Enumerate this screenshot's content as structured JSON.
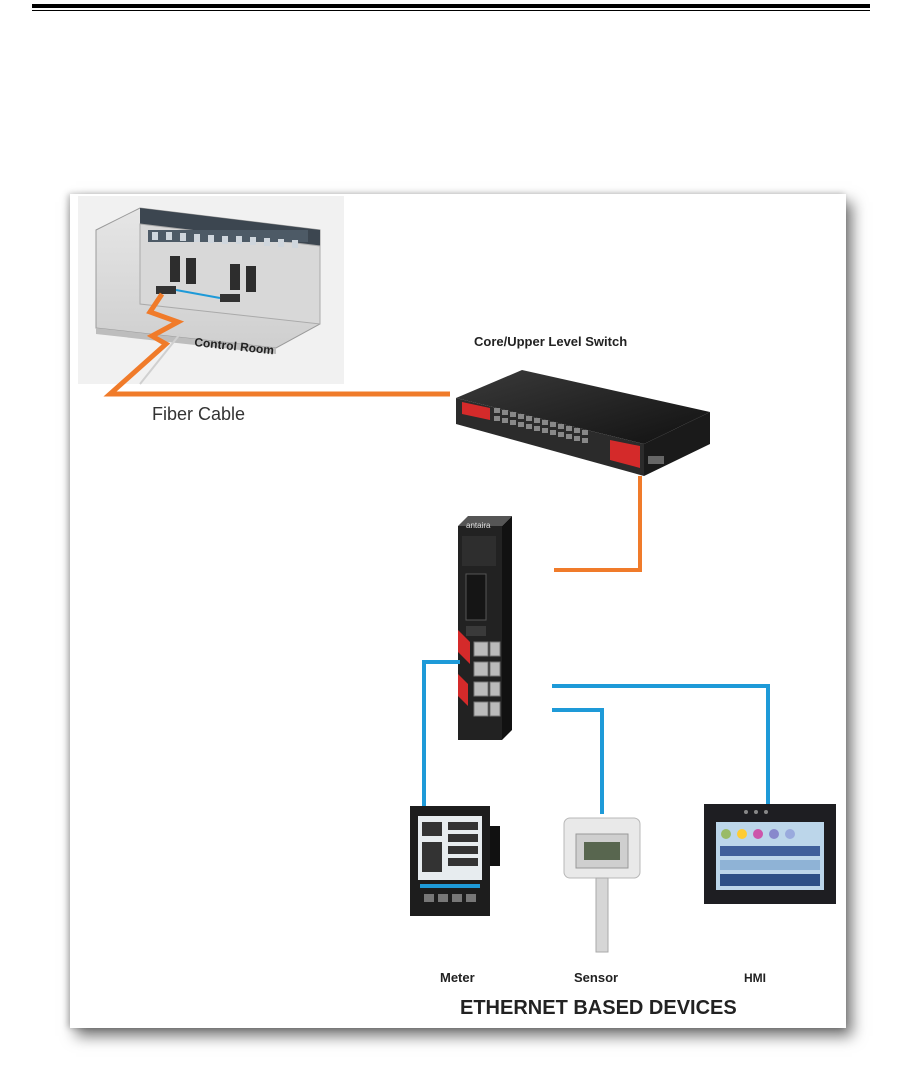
{
  "diagram": {
    "labels": {
      "control_room": "Control Room",
      "core_switch": "Core/Upper Level Switch",
      "fiber_cable": "Fiber Cable",
      "industrial_switch_brand": "antaira",
      "meter": "Meter",
      "sensor": "Sensor",
      "hmi": "HMI",
      "footer": "ETHERNET BASED DEVICES"
    },
    "colors": {
      "fiber": "#f07b2a",
      "ethernet": "#1e9ad8",
      "switch_accent": "#d42a2a",
      "device_dark": "#2a2a2a"
    }
  }
}
